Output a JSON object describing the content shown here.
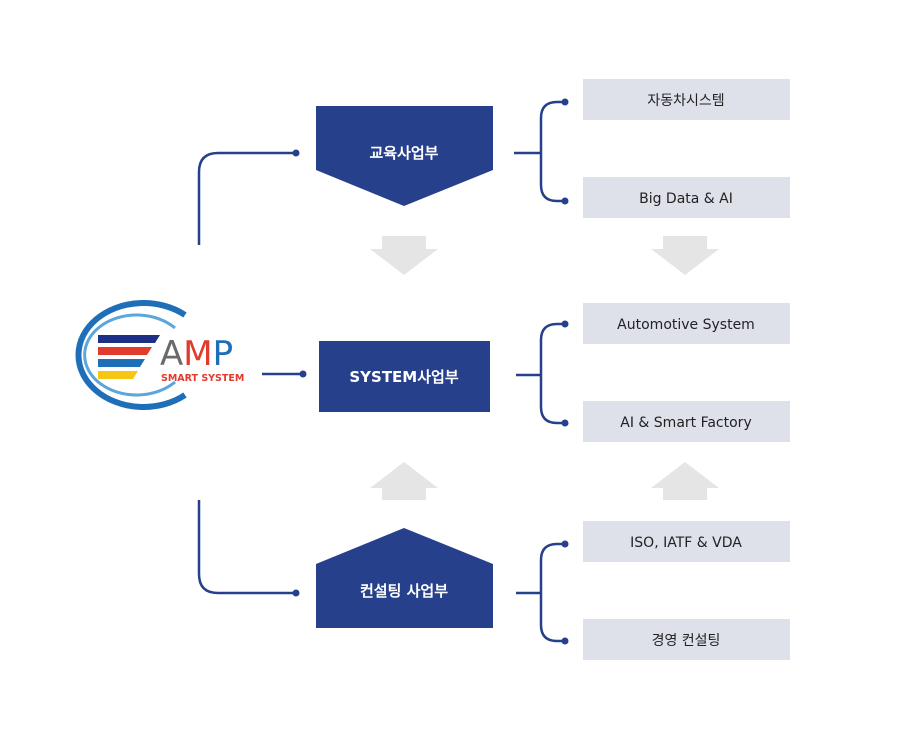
{
  "logo": {
    "letter_a": "A",
    "letter_m": "M",
    "letter_p": "P",
    "tagline": "SMART SYSTEM"
  },
  "departments": {
    "education": "교육사업부",
    "system": "SYSTEM사업부",
    "consulting": "컨설팅 사업부"
  },
  "items": {
    "education": [
      "자동차시스템",
      "Big Data & AI"
    ],
    "system": [
      "Automotive System",
      "AI & Smart Factory"
    ],
    "consulting": [
      "ISO, IATF & VDA",
      "경영 컨설팅"
    ]
  },
  "colors": {
    "navy": "#27408b",
    "item_bg": "#dfe1ea",
    "arrow": "#e5e5e5",
    "logo_red": "#e23a2c",
    "logo_yellow": "#f6c614",
    "logo_blue": "#1f6fb8"
  }
}
